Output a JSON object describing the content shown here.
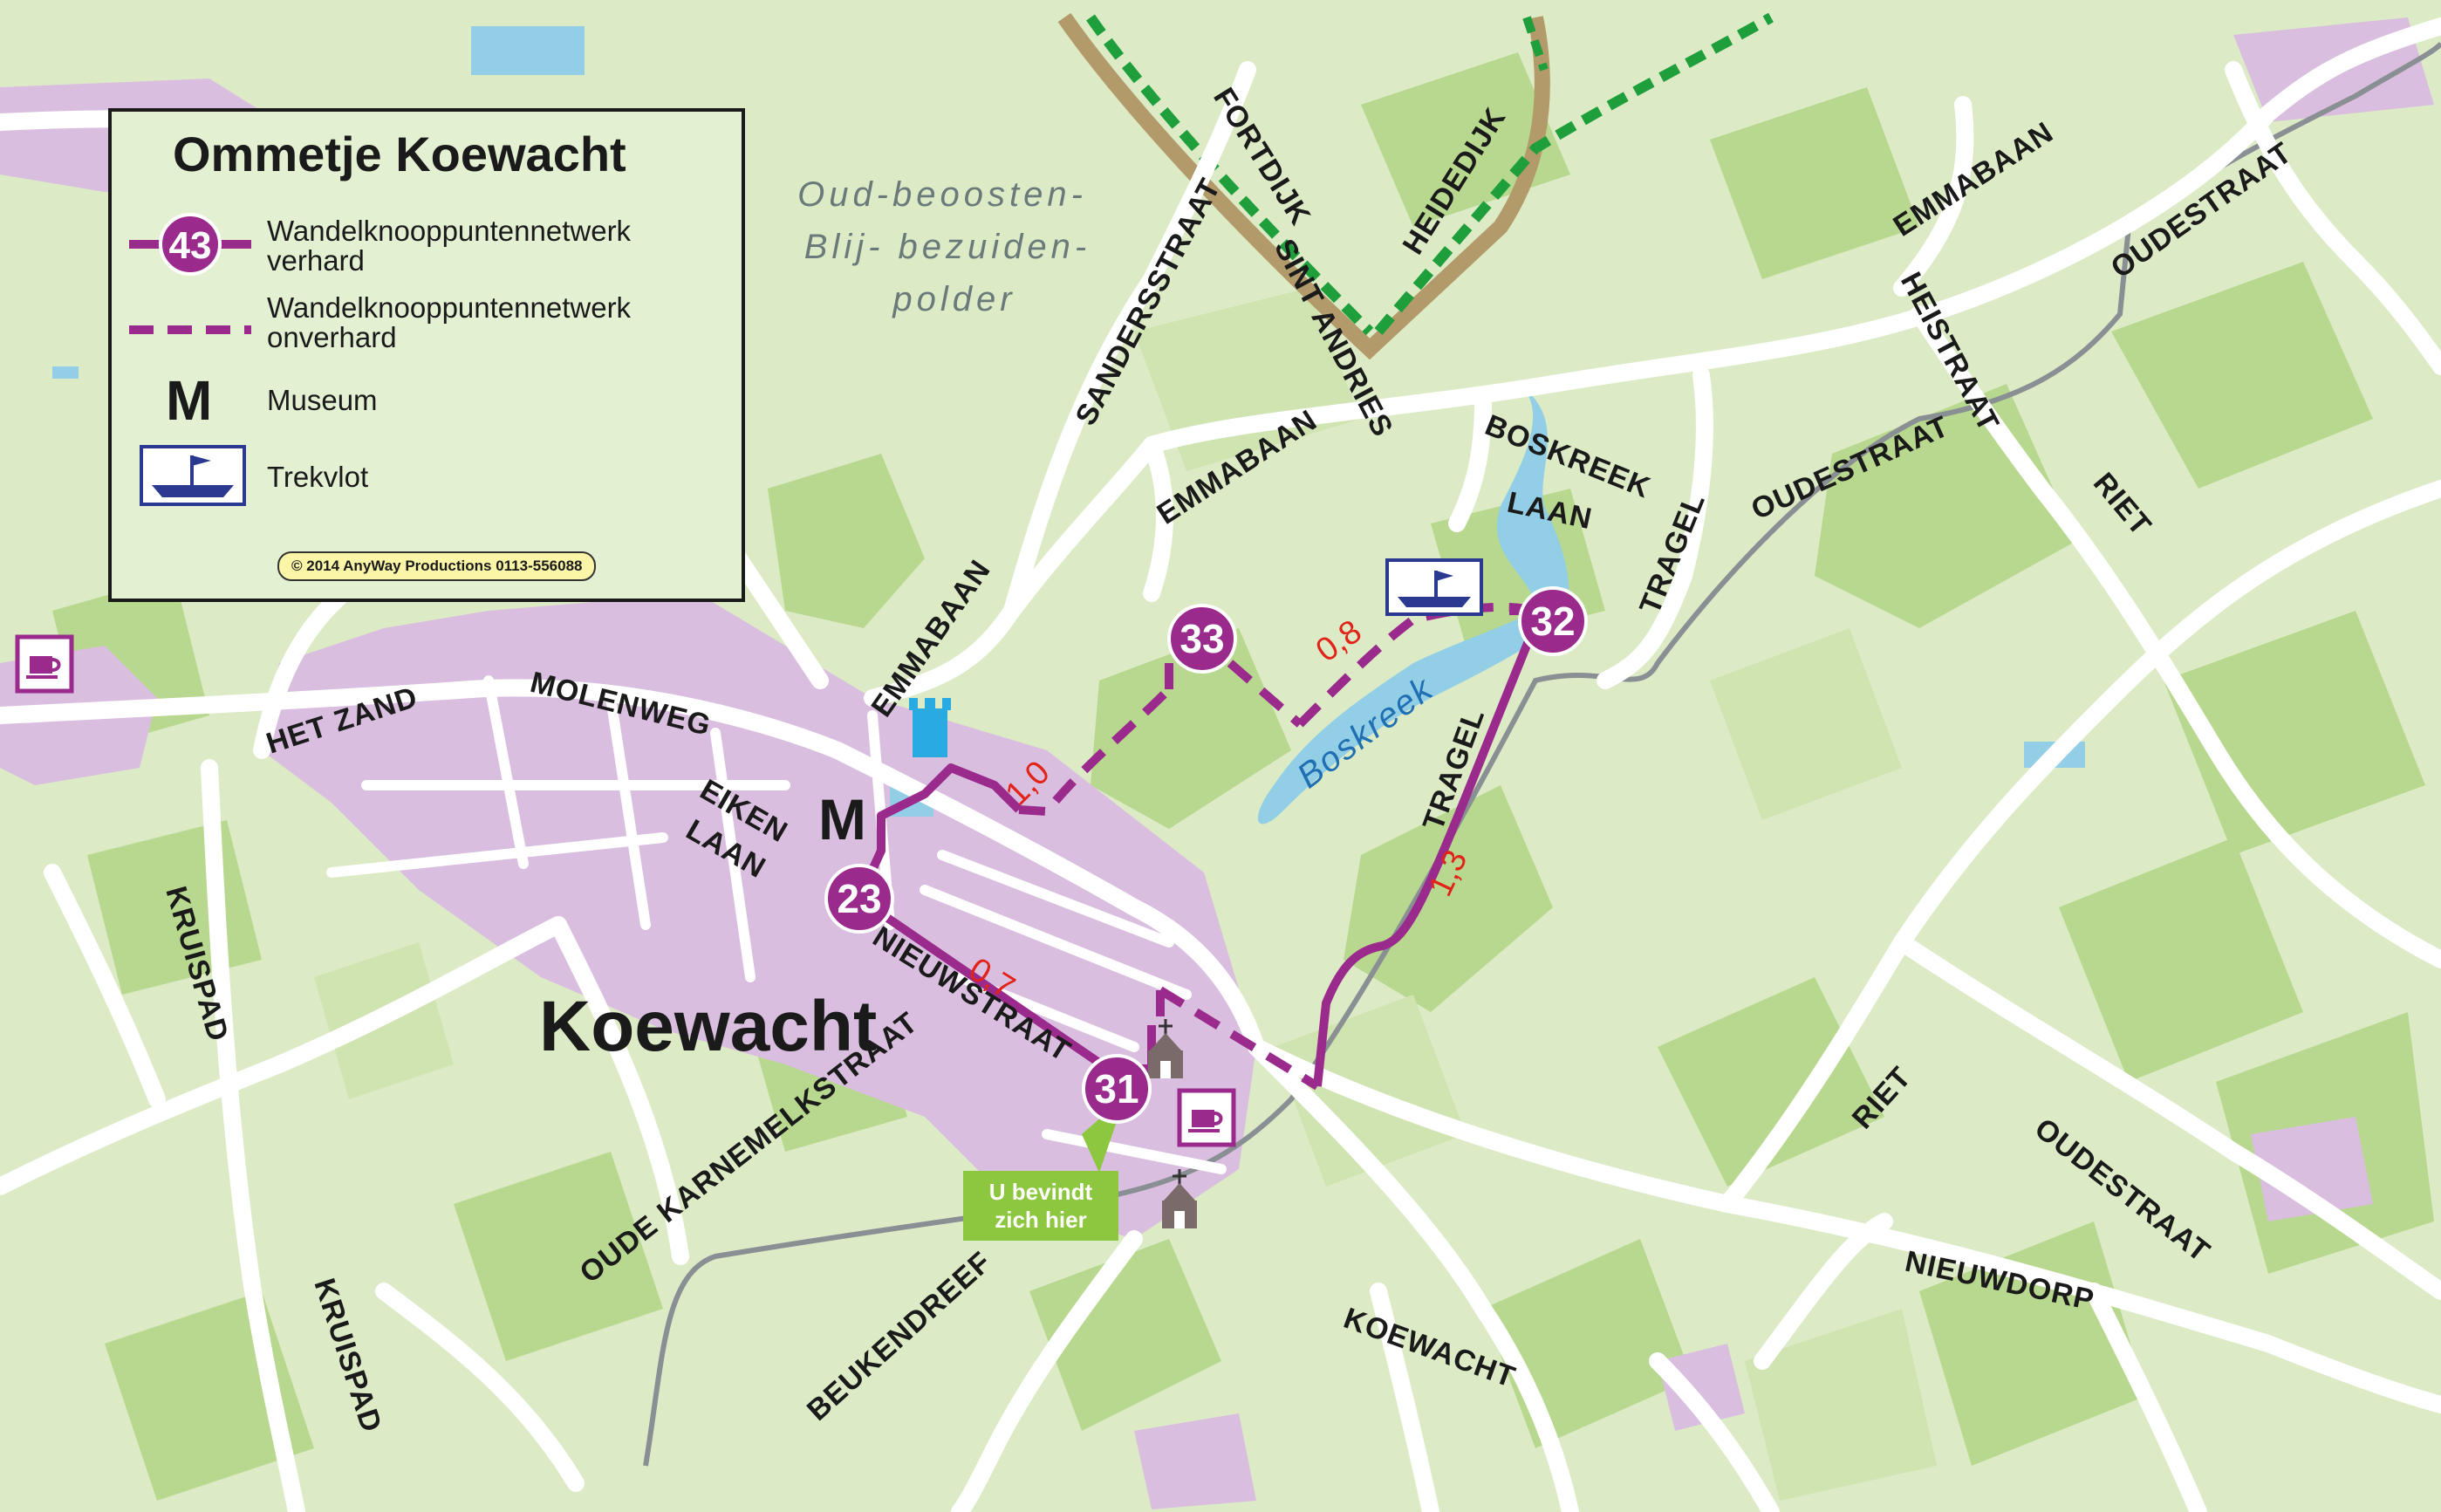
{
  "legend": {
    "title": "Ommetje Koewacht",
    "items": [
      {
        "symbol": "route-node",
        "symbol_text": "43",
        "label_line1": "Wandelknooppuntennetwerk",
        "label_line2": "verhard"
      },
      {
        "symbol": "dashed-line",
        "label_line1": "Wandelknooppuntennetwerk",
        "label_line2": "onverhard"
      },
      {
        "symbol": "museum",
        "symbol_text": "M",
        "label_line1": "Museum"
      },
      {
        "symbol": "raft",
        "label_line1": "Trekvlot"
      }
    ],
    "copyright": "© 2014 AnyWay Productions 0113-556088"
  },
  "town": "Koewacht",
  "polder": [
    "Oud-beoosten-",
    "Blij- bezuiden-",
    "polder"
  ],
  "water": "Boskreek",
  "museum_marker": "M",
  "you_are_here": {
    "line1": "U bevindt",
    "line2": "zich hier"
  },
  "nodes": [
    "23",
    "31",
    "32",
    "33"
  ],
  "distances": [
    "1,0",
    "0,8",
    "0,7",
    "1,3"
  ],
  "streets": {
    "fortdijk": "FORTDIJK",
    "heidedijk": "HEIDEDIJK",
    "sint_andries": "SINT ANDRIES",
    "sandersstraat": "SANDERSSTRAAT",
    "emmabaan_ne": "EMMABAAN",
    "emmabaan_c": "EMMABAAN",
    "emmabaan_w": "EMMABAAN",
    "heistraat": "HEISTRAAT",
    "oudestraat_ne": "OUDESTRAAT",
    "oudestraat_c": "OUDESTRAAT",
    "oudestraat_se": "OUDESTRAAT",
    "boskreek_laan_1": "BOSKREEK",
    "boskreek_laan_2": "LAAN",
    "tragel_n": "TRAGEL",
    "tragel_c": "TRAGEL",
    "riet_ne": "RIET",
    "riet_se": "RIET",
    "molenweg": "MOLENWEG",
    "het_zand": "HET ZAND",
    "eiken_1": "EIKEN",
    "eiken_2": "LAAN",
    "kruispad_n": "KRUISPAD",
    "kruispad_s": "KRUISPAD",
    "nieuwstraat": "NIEUWSTRAAT",
    "oude_karnemelkstraat": "OUDE KARNEMELKSTRAAT",
    "beukendreef": "BEUKENDREEF",
    "koewacht": "KOEWACHT",
    "nieuwdorp": "NIEUWDORP"
  },
  "colors": {
    "land": "#dcebc6",
    "field": "#b7d88e",
    "built": "#d9bedf",
    "road": "#ffffff",
    "water": "#92cfe6",
    "route": "#9a2a8c",
    "distance": "#e2231a",
    "dike": "#b39a6b",
    "border": "#8a8f94",
    "cycle": "#1f9e3c"
  }
}
